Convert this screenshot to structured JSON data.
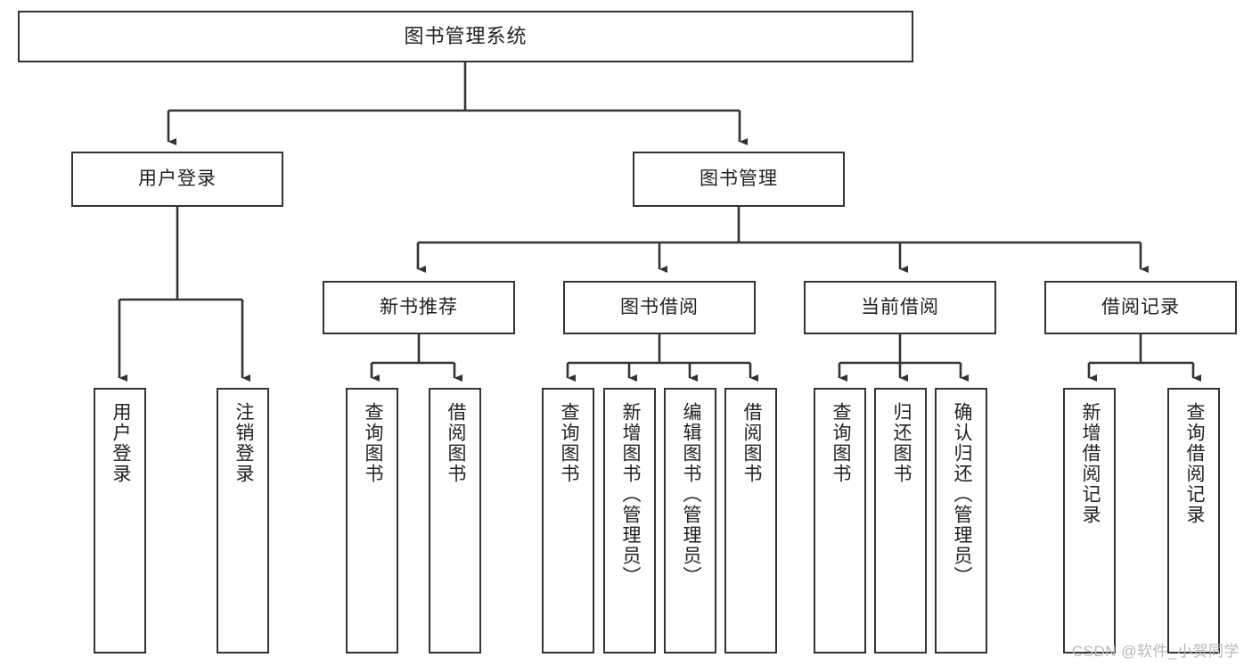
{
  "diagram": {
    "title": "图书管理系统",
    "watermark": "CSDN @软件_小贺同学",
    "line_color": "#333333",
    "box_border_color": "#333333",
    "box_fill_color": "#ffffff",
    "text_color": "#222222",
    "watermark_color": "#b8b8b8"
  },
  "nodes": {
    "root": {
      "label": "图书管理系统"
    },
    "level2": [
      {
        "label": "用户登录"
      },
      {
        "label": "图书管理"
      }
    ],
    "level3": [
      {
        "label": "新书推荐"
      },
      {
        "label": "图书借阅"
      },
      {
        "label": "当前借阅"
      },
      {
        "label": "借阅记录"
      }
    ],
    "leaves": {
      "user_login": [
        {
          "label": "用户登录"
        },
        {
          "label": "注销登录"
        }
      ],
      "new_book_recommend": [
        {
          "label": "查询图书"
        },
        {
          "label": "借阅图书"
        }
      ],
      "book_borrow": [
        {
          "label": "查询图书"
        },
        {
          "label": "新增图书（管理员）"
        },
        {
          "label": "编辑图书（管理员）"
        },
        {
          "label": "借阅图书"
        }
      ],
      "current_borrow": [
        {
          "label": "查询图书"
        },
        {
          "label": "归还图书"
        },
        {
          "label": "确认归还（管理员）"
        }
      ],
      "borrow_record": [
        {
          "label": "新增借阅记录"
        },
        {
          "label": "查询借阅记录"
        }
      ]
    }
  },
  "chart_data": {
    "type": "diagram",
    "title": "图书管理系统",
    "diagram_kind": "tree",
    "orientation": "top-down",
    "edges": [
      {
        "from": "图书管理系统",
        "to": "用户登录"
      },
      {
        "from": "图书管理系统",
        "to": "图书管理"
      },
      {
        "from": "用户登录",
        "to": "用户登录"
      },
      {
        "from": "用户登录",
        "to": "注销登录"
      },
      {
        "from": "图书管理",
        "to": "新书推荐"
      },
      {
        "from": "图书管理",
        "to": "图书借阅"
      },
      {
        "from": "图书管理",
        "to": "当前借阅"
      },
      {
        "from": "图书管理",
        "to": "借阅记录"
      },
      {
        "from": "新书推荐",
        "to": "查询图书"
      },
      {
        "from": "新书推荐",
        "to": "借阅图书"
      },
      {
        "from": "图书借阅",
        "to": "查询图书"
      },
      {
        "from": "图书借阅",
        "to": "新增图书（管理员）"
      },
      {
        "from": "图书借阅",
        "to": "编辑图书（管理员）"
      },
      {
        "from": "图书借阅",
        "to": "借阅图书"
      },
      {
        "from": "当前借阅",
        "to": "查询图书"
      },
      {
        "from": "当前借阅",
        "to": "归还图书"
      },
      {
        "from": "当前借阅",
        "to": "确认归还（管理员）"
      },
      {
        "from": "借阅记录",
        "to": "新增借阅记录"
      },
      {
        "from": "借阅记录",
        "to": "查询借阅记录"
      }
    ]
  }
}
